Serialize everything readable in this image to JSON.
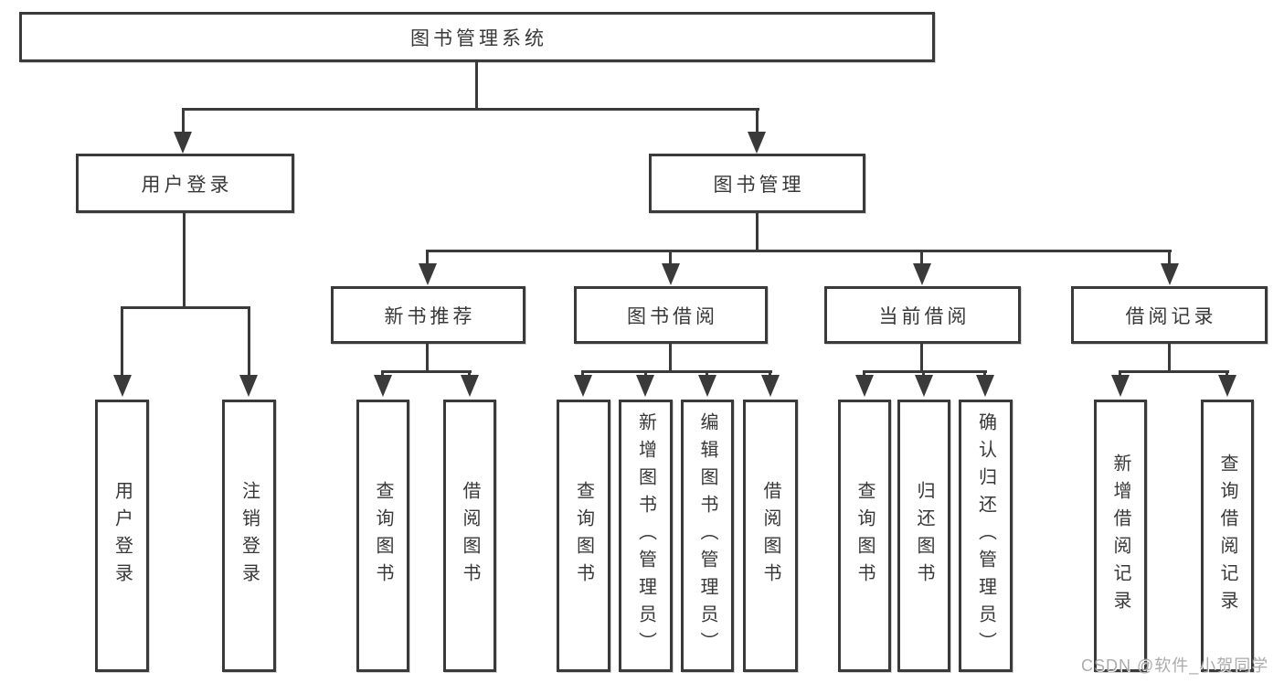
{
  "tree": {
    "root": {
      "label": "图书管理系统"
    },
    "children": [
      {
        "label": "用户登录",
        "children": [
          {
            "label": "用户登录"
          },
          {
            "label": "注销登录"
          }
        ]
      },
      {
        "label": "图书管理",
        "children": [
          {
            "label": "新书推荐",
            "children": [
              {
                "label": "查询图书"
              },
              {
                "label": "借阅图书"
              }
            ]
          },
          {
            "label": "图书借阅",
            "children": [
              {
                "label": "查询图书"
              },
              {
                "label": "新增图书（管理员）"
              },
              {
                "label": "编辑图书（管理员）"
              },
              {
                "label": "借阅图书"
              }
            ]
          },
          {
            "label": "当前借阅",
            "children": [
              {
                "label": "查询图书"
              },
              {
                "label": "归还图书"
              },
              {
                "label": "确认归还（管理员）"
              }
            ]
          },
          {
            "label": "借阅记录",
            "children": [
              {
                "label": "新增借阅记录"
              },
              {
                "label": "查询借阅记录"
              }
            ]
          }
        ]
      }
    ]
  },
  "watermark": {
    "text": "CSDN @软件_小贺同学"
  },
  "colors": {
    "line": "#3a3a3a",
    "text": "#383838",
    "background": "#ffffff",
    "watermark": "#a3a3a3"
  }
}
